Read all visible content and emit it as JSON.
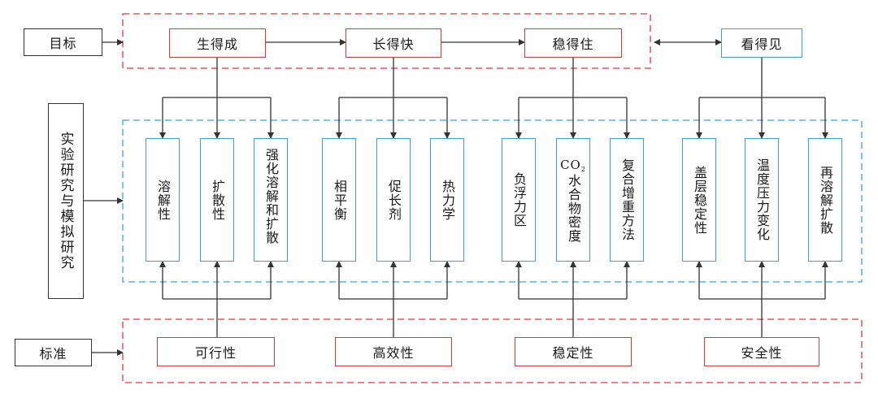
{
  "labels": {
    "goal": "目标",
    "research": "实验研究与模拟研究",
    "standard": "标准"
  },
  "goals": [
    "生得成",
    "长得快",
    "稳得住",
    "看得见"
  ],
  "topics": [
    "溶解性",
    "扩散性",
    "强化溶解和扩散",
    "相平衡",
    "促长剂",
    "热力学",
    "负浮力区",
    "水合物密度",
    "复合增重方法",
    "盖层稳定性",
    "温度压力变化",
    "再溶解扩散"
  ],
  "co2": {
    "main": "CO",
    "sub": "2"
  },
  "standards": [
    "可行性",
    "高效性",
    "稳定性",
    "安全性"
  ],
  "colors": {
    "red": "#e0353b",
    "blue": "#3aa0e0",
    "line": "#333333"
  }
}
